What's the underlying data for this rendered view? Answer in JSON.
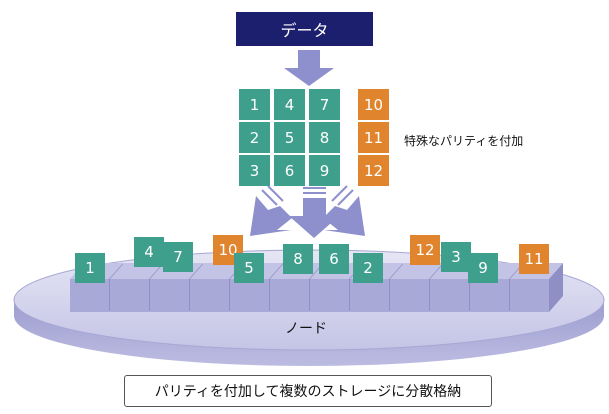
{
  "header": {
    "data_label": "データ"
  },
  "input_tiles": [
    "1",
    "2",
    "3",
    "4",
    "5",
    "6",
    "7",
    "8",
    "9"
  ],
  "parity_tiles": [
    "10",
    "11",
    "12"
  ],
  "parity_label": "特殊なパリティを付加",
  "node_label": "ノード",
  "placed_tiles": [
    "1",
    "4",
    "7",
    "10",
    "5",
    "8",
    "6",
    "2",
    "12",
    "3",
    "9",
    "11"
  ],
  "caption": "パリティを付加して複数のストレージに分散格納",
  "colors": {
    "header_bg": "#1c1f6e",
    "data_tile": "#3f9f8d",
    "parity_tile": "#e0852e",
    "arrow": "#8e8fcd",
    "disk": "#c9c9e8",
    "block": "#a9a9d8"
  }
}
